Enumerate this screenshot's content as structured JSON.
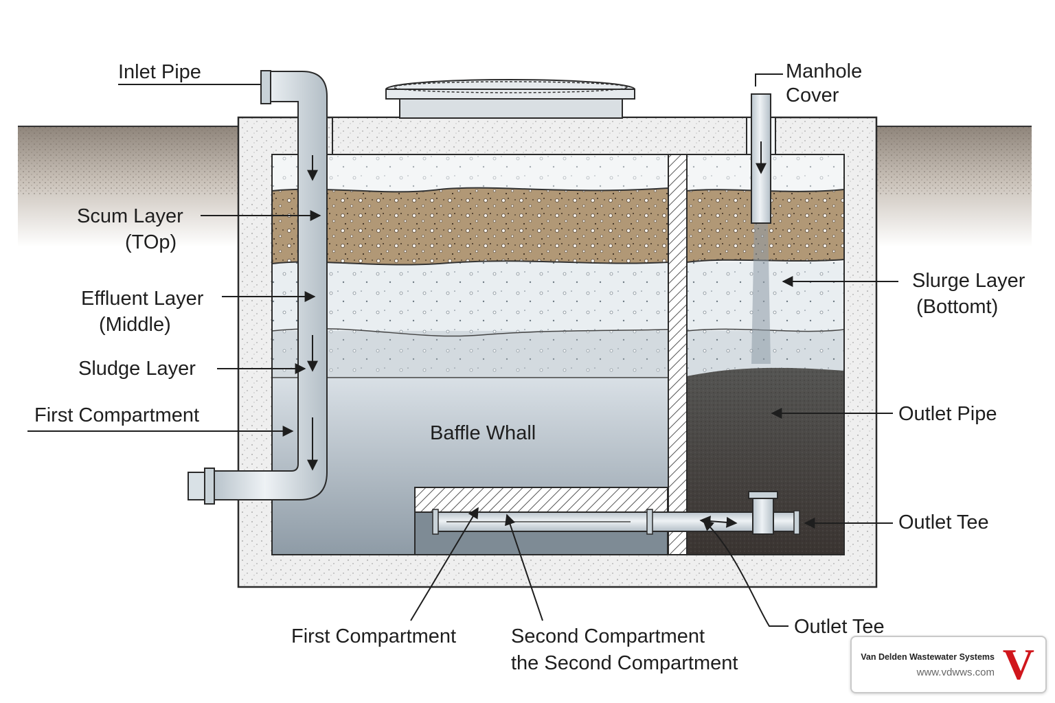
{
  "labels": {
    "inlet_pipe": "Inlet Pipe",
    "manhole_cover_line1": "Manhole",
    "manhole_cover_line2": "Cover",
    "scum_layer_line1": "Scum Layer",
    "scum_layer_line2": "(TOp)",
    "effluent_layer_line1": "Effluent Layer",
    "effluent_layer_line2": "(Middle)",
    "sludge_layer": "Sludge Layer",
    "first_compartment_left": "First Compartment",
    "slurge_layer_line1": "Slurge Layer",
    "slurge_layer_line2": "(Bottomt)",
    "outlet_pipe": "Outlet Pipe",
    "outlet_tee_right": "Outlet Tee",
    "baffle_wall": "Baffle Whall",
    "first_compartment_bottom": "First Compartment",
    "second_compartment_line1": "Second Compartment",
    "second_compartment_line2": "the Second Compartment",
    "outlet_tee_bottom": "Outlet Tee"
  },
  "watermark": {
    "company": "Van Delden Wastewater Systems",
    "url": "www.vdwws.com",
    "logo_letter": "V",
    "logo_color": "#d0161c"
  },
  "colors": {
    "concrete": "#ececec",
    "scum": "#b09775",
    "effluent": "#e8edf0",
    "water": "#c3ccd4",
    "sludge": "#4a4a48",
    "pipe": "#d3dde3",
    "soil": "#9e948a"
  }
}
